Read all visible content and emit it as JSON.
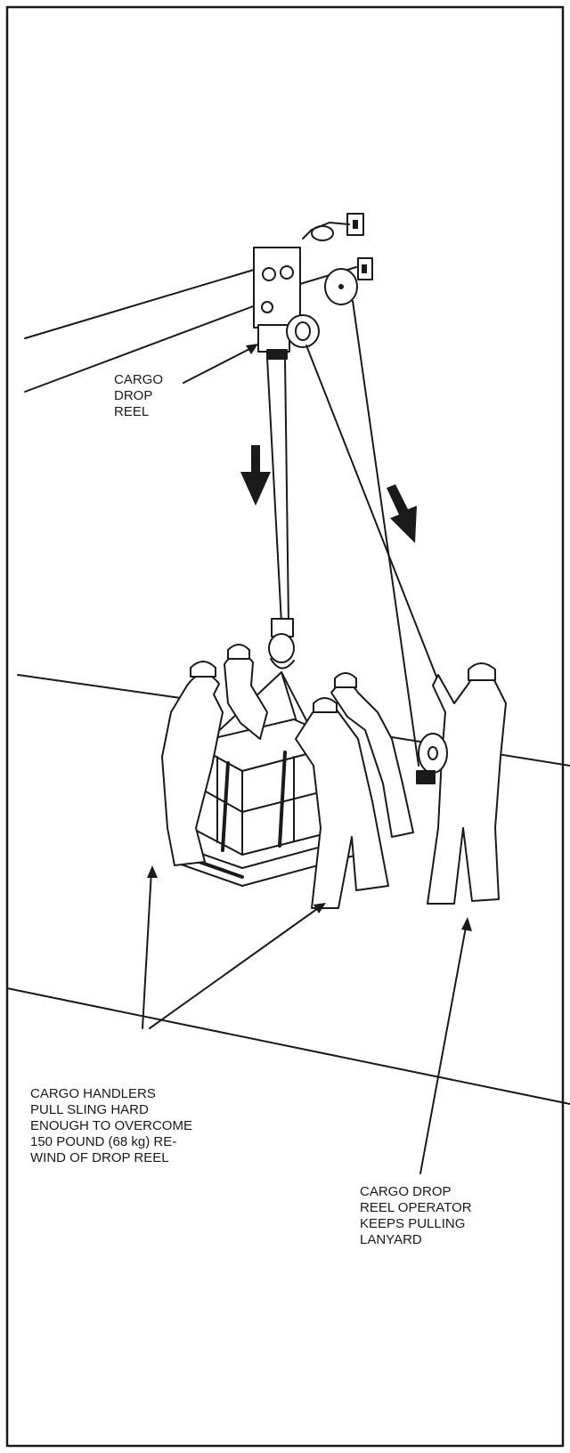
{
  "labels": {
    "cargo_drop_reel": "CARGO\nDROP\nREEL",
    "cargo_handlers": "CARGO HANDLERS\nPULL SLING HARD\nENOUGH TO OVERCOME\n150 POUND (68 kg) RE-\nWIND OF DROP REEL",
    "reel_operator": "CARGO DROP\nREEL OPERATOR\nKEEPS PULLING\nLANYARD"
  },
  "colors": {
    "line": "#1a1a1a",
    "background": "#ffffff"
  }
}
